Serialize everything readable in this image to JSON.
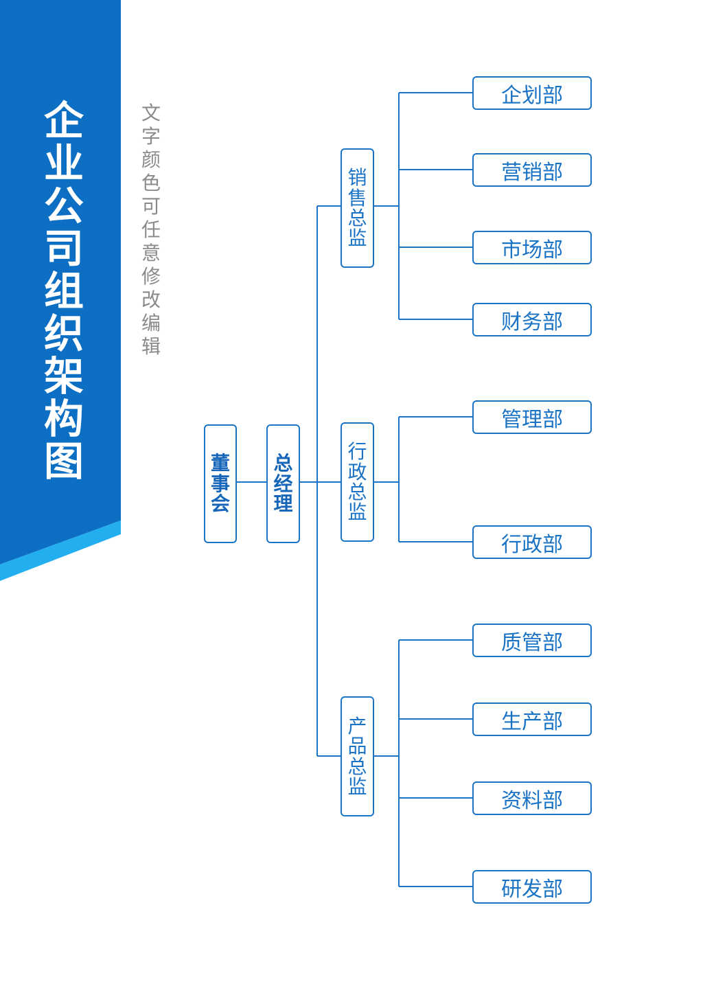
{
  "title": "企业公司组织架构图",
  "subtitle": "文字颜色可任意修改编辑",
  "colors": {
    "banner": "#0d6fc4",
    "banner_accent": "#23aef0",
    "line": "#1a73c4",
    "box_text": "#1a73c4",
    "subtitle": "#8a8a8a"
  },
  "org": {
    "board": "董事会",
    "gm": "总经理",
    "directors": [
      {
        "name": "销售总监",
        "departments": [
          "企划部",
          "营销部",
          "市场部",
          "财务部"
        ]
      },
      {
        "name": "行政总监",
        "departments": [
          "管理部",
          "行政部"
        ]
      },
      {
        "name": "产品总监",
        "departments": [
          "质管部",
          "生产部",
          "资料部",
          "研发部"
        ]
      }
    ]
  }
}
